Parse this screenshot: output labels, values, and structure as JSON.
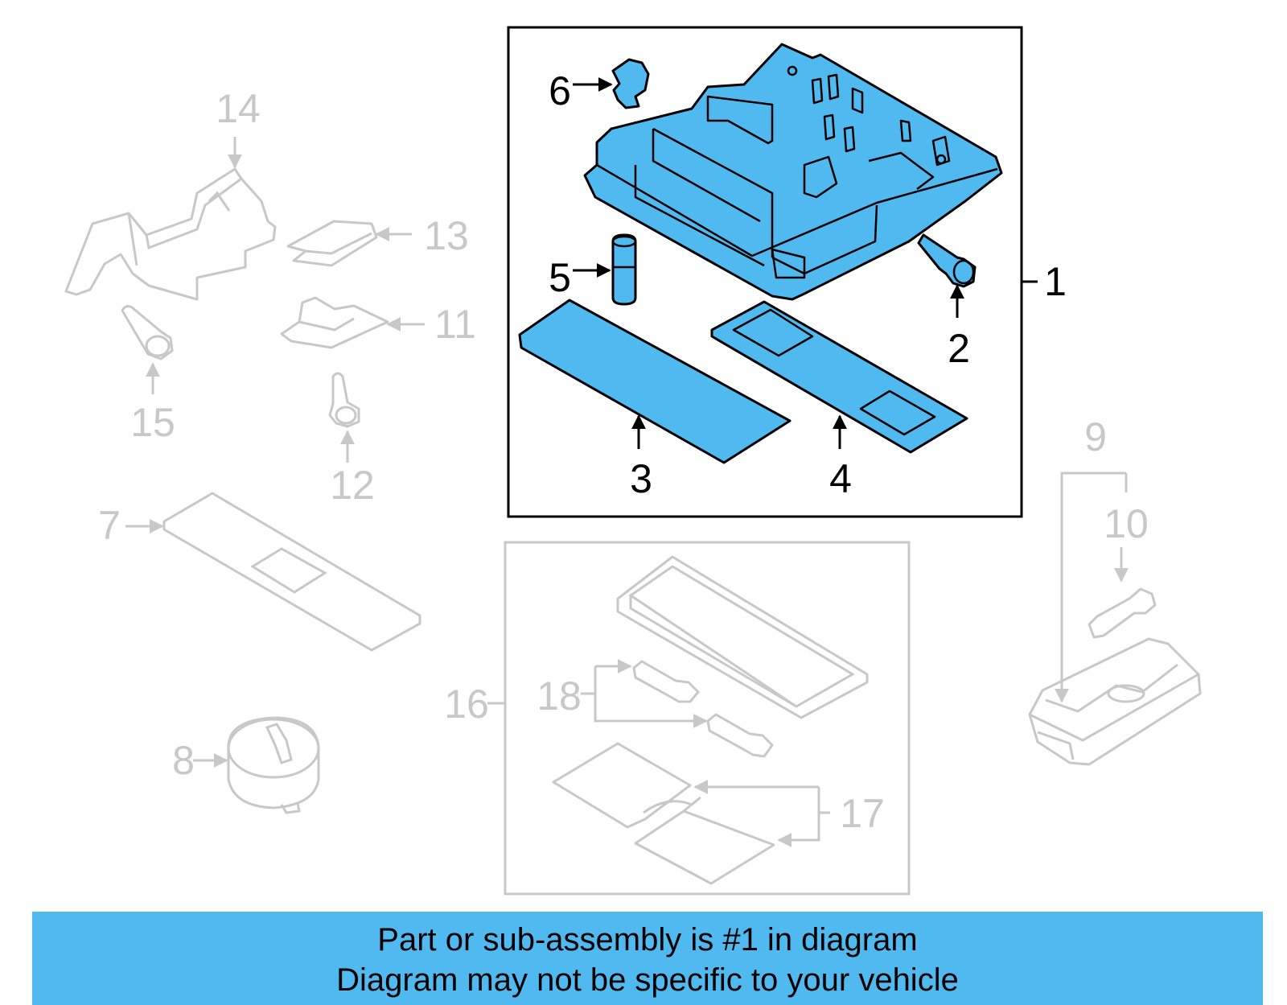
{
  "colors": {
    "highlight_part": "#4fb9f0",
    "banner_background": "#4fb9f0",
    "inactive_part": "#c8c8c8",
    "outline": "#000000"
  },
  "callouts": {
    "c1": "1",
    "c2": "2",
    "c3": "3",
    "c4": "4",
    "c5": "5",
    "c6": "6",
    "c7": "7",
    "c8": "8",
    "c9": "9",
    "c10": "10",
    "c11": "11",
    "c12": "12",
    "c13": "13",
    "c14": "14",
    "c15": "15",
    "c16": "16",
    "c17": "17",
    "c18": "18"
  },
  "highlighted_callouts": [
    "1",
    "2",
    "3",
    "4",
    "5",
    "6"
  ],
  "banner": {
    "line1": "Part or sub-assembly is #1 in diagram",
    "line2": "Diagram may not be specific to your vehicle"
  }
}
